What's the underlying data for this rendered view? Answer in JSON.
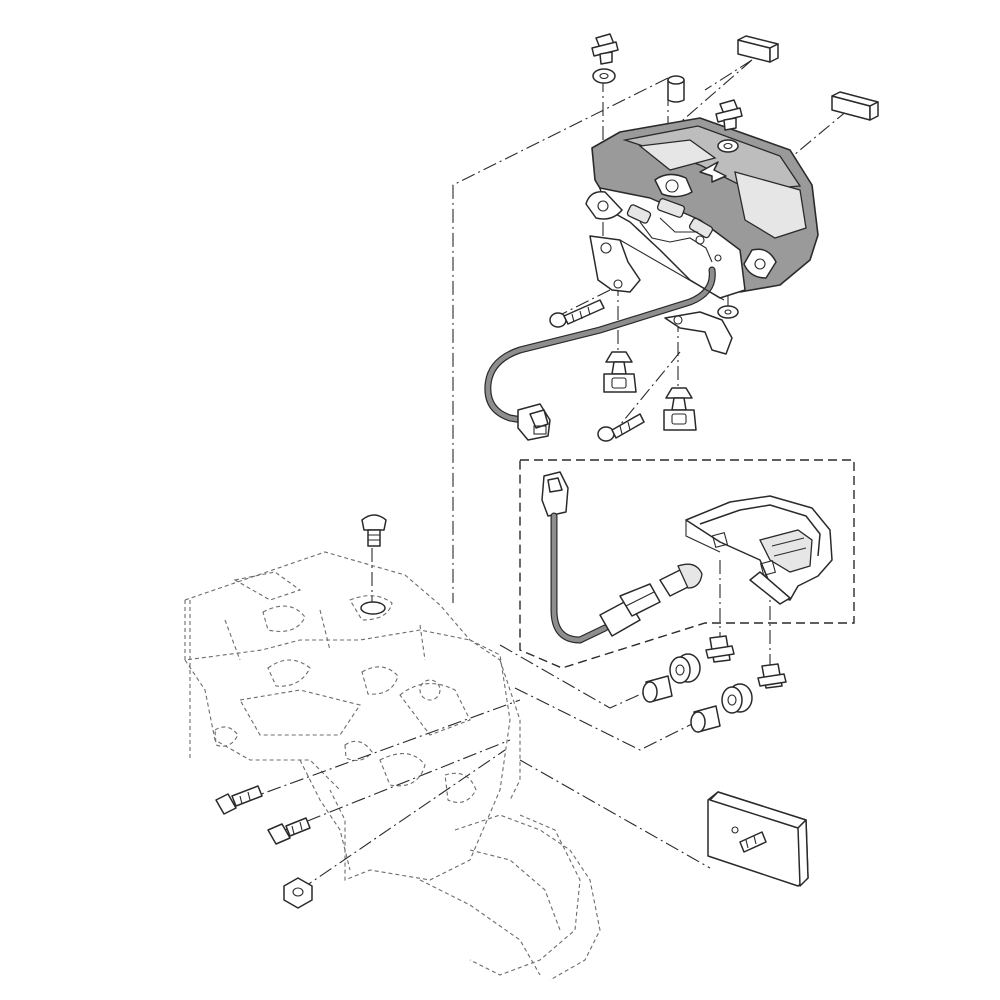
{
  "diagram": {
    "assemblies": [
      "tail-light-assembly",
      "license-light-kit",
      "rear-fender",
      "reflector"
    ],
    "colors": {
      "ink": "#2a2a2a",
      "lens_fill": "#9a9a9a",
      "wire_fill": "#8e8e8e",
      "background": "#ffffff"
    }
  }
}
